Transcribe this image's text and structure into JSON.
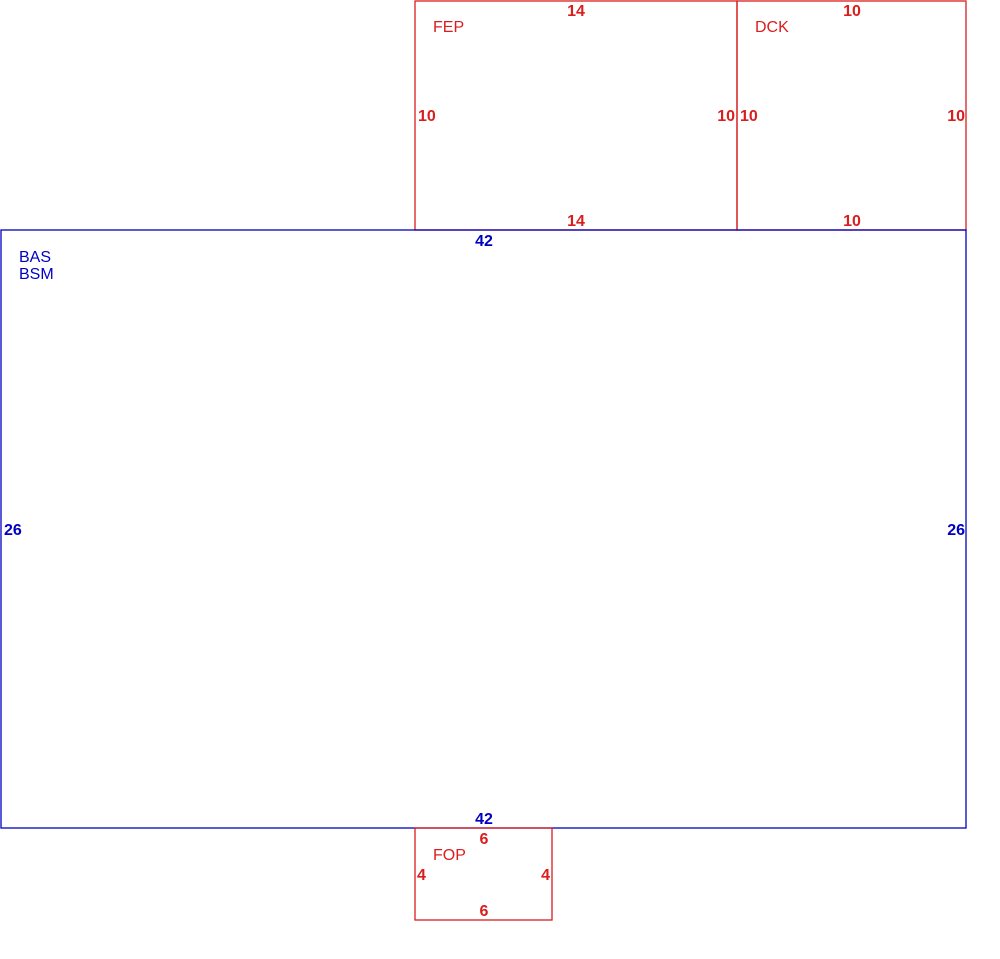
{
  "colors": {
    "main_area": "#0000c0",
    "addition": "#d91e1e"
  },
  "sketch": {
    "areas": [
      {
        "id": "fep",
        "codes": [
          "FEP"
        ],
        "color": "addition",
        "dims": {
          "top": "14",
          "bottom": "14",
          "left": "10",
          "right": "10"
        }
      },
      {
        "id": "dck",
        "codes": [
          "DCK"
        ],
        "color": "addition",
        "dims": {
          "top": "10",
          "bottom": "10",
          "left": "10",
          "right": "10"
        }
      },
      {
        "id": "bas",
        "codes": [
          "BAS",
          "BSM"
        ],
        "color": "main_area",
        "dims": {
          "top": "42",
          "bottom": "42",
          "left": "26",
          "right": "26"
        }
      },
      {
        "id": "fop",
        "codes": [
          "FOP"
        ],
        "color": "addition",
        "dims": {
          "top": "6",
          "bottom": "6",
          "left": "4",
          "right": "4"
        }
      }
    ]
  }
}
